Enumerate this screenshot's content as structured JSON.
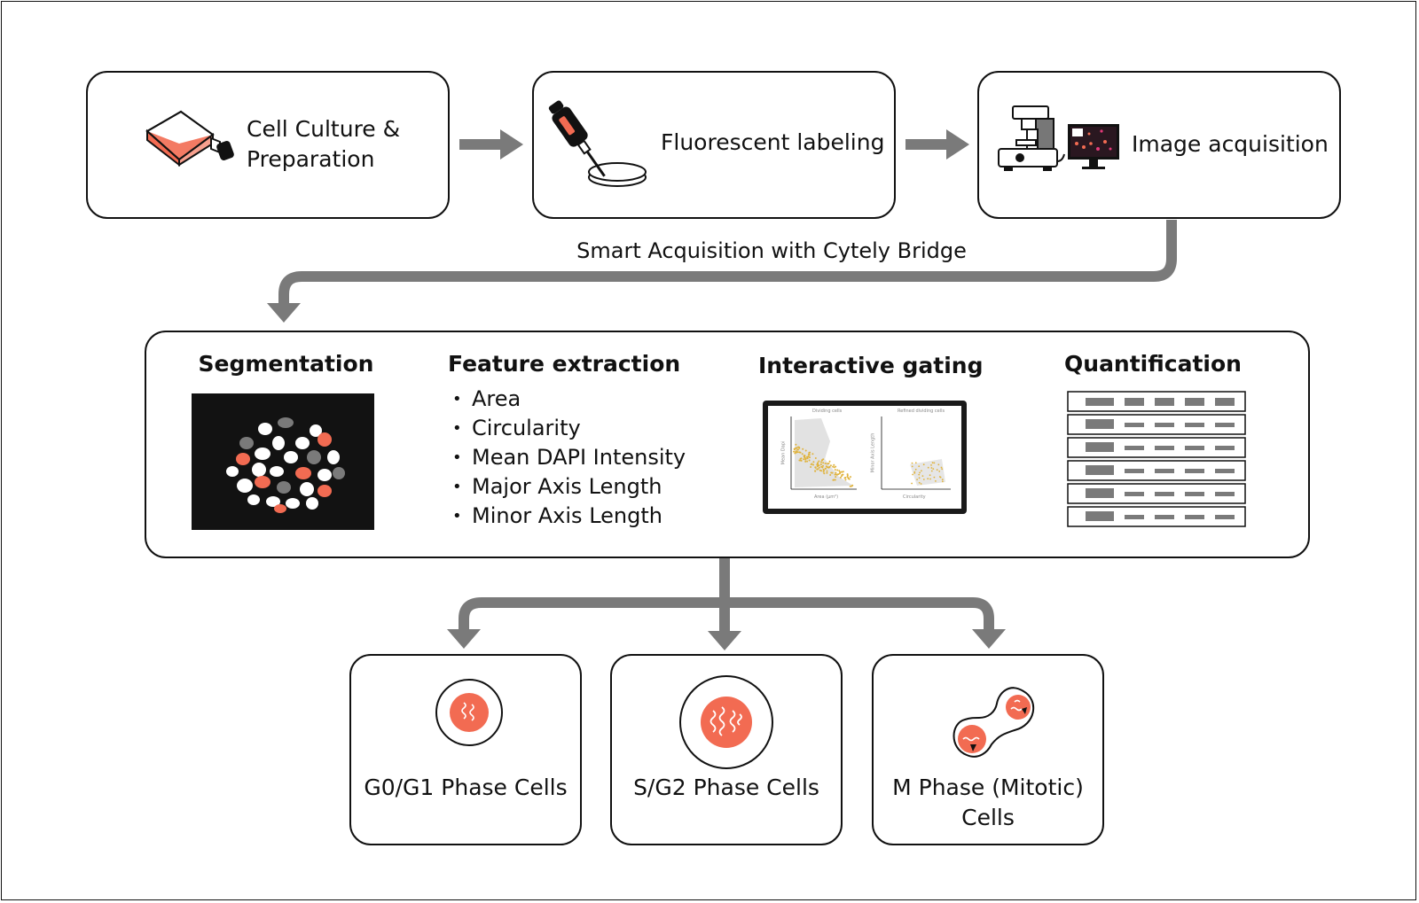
{
  "steps": {
    "culture": {
      "line1": "Cell Culture &",
      "line2": "Preparation"
    },
    "labeling": "Fluorescent labeling",
    "acquisition": "Image acquisition"
  },
  "bridge_label": "Smart Acquisition with Cytely Bridge",
  "analysis": {
    "segmentation": "Segmentation",
    "features": {
      "title": "Feature extraction",
      "items": [
        "Area",
        "Circularity",
        "Mean DAPI Intensity",
        "Major Axis Length",
        "Minor Axis Length"
      ]
    },
    "gating": {
      "title": "Interactive gating",
      "left_panel_title": "Dividing cells",
      "right_panel_title": "Refined dividing cells",
      "left_xlabel": "Area (µm²)",
      "left_ylabel": "Mean Dapi",
      "right_xlabel": "Circularity",
      "right_ylabel": "Minor Axis Length"
    },
    "quantification": "Quantification"
  },
  "outcomes": {
    "g0g1": "G0/G1 Phase Cells",
    "sg2": "S/G2 Phase Cells",
    "m_line1": "M Phase (Mitotic)",
    "m_line2": "Cells"
  },
  "colors": {
    "accent": "#f26b52",
    "arrow_gray": "#7a7a7a",
    "gate_points": "#e0b33c",
    "outline": "#111111"
  },
  "icons": [
    "cell-culture-flask-icon",
    "pipette-dish-icon",
    "microscope-monitor-icon",
    "segmentation-image",
    "scatter-plot-monitor",
    "quantification-table-icon",
    "g0g1-cell-icon",
    "sg2-cell-icon",
    "mitotic-cell-icon"
  ]
}
